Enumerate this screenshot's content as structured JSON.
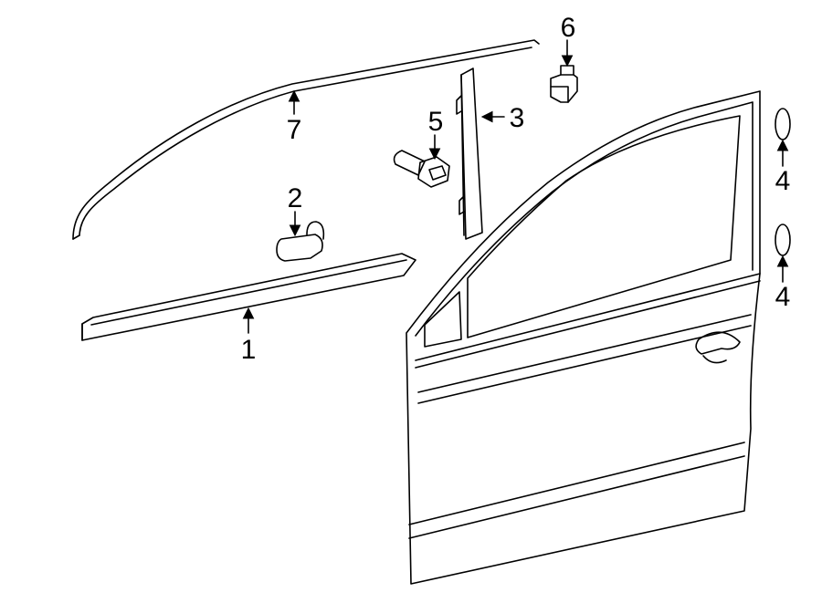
{
  "diagram": {
    "callouts": [
      {
        "id": "part-1",
        "label": "1"
      },
      {
        "id": "part-2",
        "label": "2"
      },
      {
        "id": "part-3",
        "label": "3"
      },
      {
        "id": "part-4a",
        "label": "4"
      },
      {
        "id": "part-4b",
        "label": "4"
      },
      {
        "id": "part-5",
        "label": "5"
      },
      {
        "id": "part-6",
        "label": "6"
      },
      {
        "id": "part-7",
        "label": "7"
      }
    ]
  }
}
